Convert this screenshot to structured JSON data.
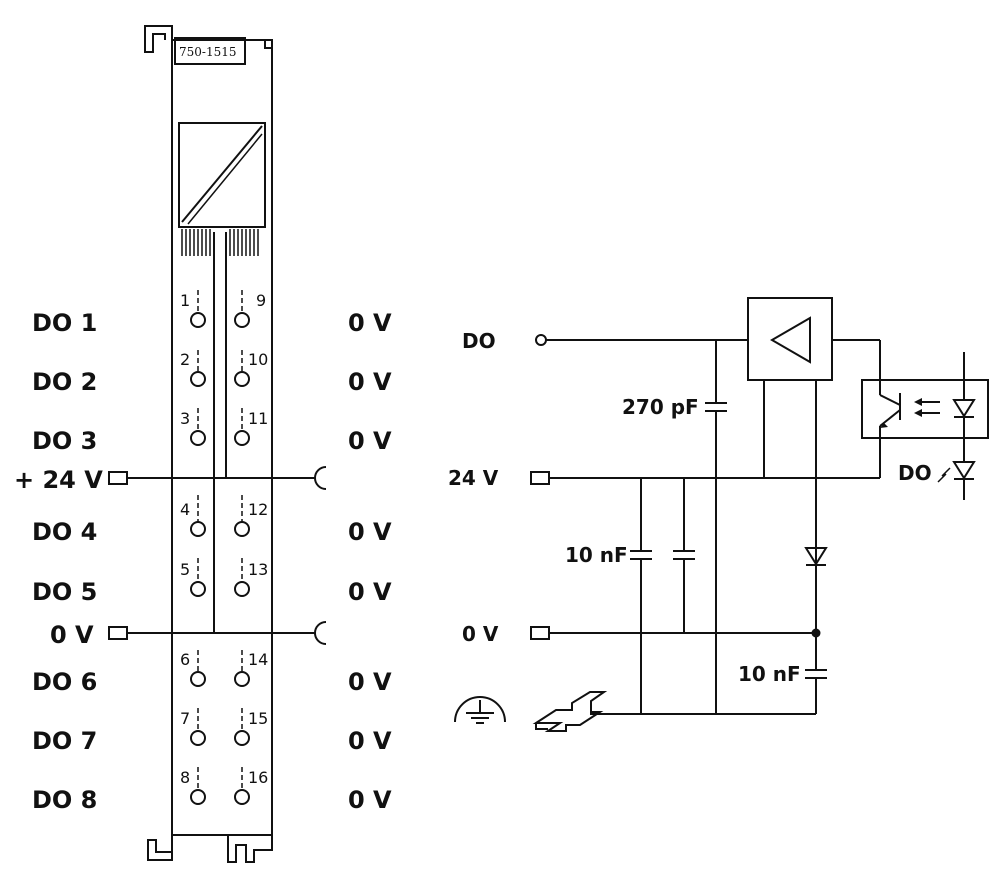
{
  "module": {
    "part_number": "750-1515"
  },
  "left_labels": {
    "do1": "DO 1",
    "do2": "DO 2",
    "do3": "DO 3",
    "plus24v": "+ 24 V",
    "do4": "DO 4",
    "do5": "DO 5",
    "zero_v": "0 V",
    "do6": "DO 6",
    "do7": "DO 7",
    "do8": "DO 8"
  },
  "right_labels": {
    "r1": "0 V",
    "r2": "0 V",
    "r3": "0 V",
    "r4": "0 V",
    "r5": "0 V",
    "r6": "0 V",
    "r7": "0 V",
    "r8": "0 V"
  },
  "terminal_numbers": {
    "t1": "1",
    "t2": "2",
    "t3": "3",
    "t4": "4",
    "t5": "5",
    "t6": "6",
    "t7": "7",
    "t8": "8",
    "t9": "9",
    "t10": "10",
    "t11": "11",
    "t12": "12",
    "t13": "13",
    "t14": "14",
    "t15": "15",
    "t16": "16"
  },
  "schematic": {
    "do_label": "DO",
    "v24_label": "24 V",
    "v0_label": "0 V",
    "cap_270": "270 pF",
    "cap_10a": "10 nF",
    "cap_10b": "10 nF",
    "led_label": "DO"
  },
  "colors": {
    "line": "#111111",
    "background": "#ffffff"
  }
}
